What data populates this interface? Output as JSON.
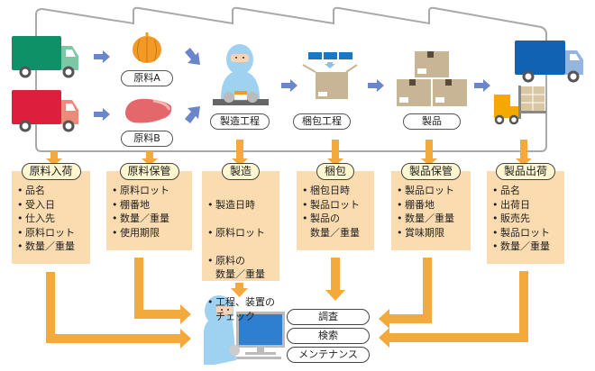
{
  "diagram": {
    "process_labels": {
      "material_a": "原料A",
      "material_b": "原料B",
      "manufacturing": "製造工程",
      "packing": "梱包工程",
      "product": "製品"
    },
    "cards": [
      {
        "title": "原料入荷",
        "items": [
          "品名",
          "受入日",
          "仕入先",
          "原料ロット",
          "数量／重量"
        ]
      },
      {
        "title": "原料保管",
        "items": [
          "原料ロット",
          "棚番地",
          "数量／重量",
          "使用期限"
        ]
      },
      {
        "title": "製造",
        "items": [
          "製造日時",
          "原料ロット",
          "原料の\n数量／重量",
          "工程、装置の\nチェック"
        ]
      },
      {
        "title": "梱包",
        "items": [
          "梱包日時",
          "製品ロット",
          "製品の\n数量／重量"
        ]
      },
      {
        "title": "製品保管",
        "items": [
          "製品ロット",
          "棚番地",
          "数量／重量",
          "賞味期限"
        ]
      },
      {
        "title": "製品出荷",
        "items": [
          "品名",
          "出荷日",
          "販売先",
          "製品ロット",
          "数量／重量"
        ]
      }
    ],
    "functions": [
      "調査",
      "検索",
      "メンテナンス"
    ],
    "colors": {
      "arrow_orange": "#f3a93b",
      "arrow_blue": "#6b86c8",
      "card_bg": "#fbdcb0",
      "card_title_bg": "#fff7d0",
      "truck_green": "#0f9168",
      "truck_red": "#dd1f3d",
      "truck_blue": "#1262b3"
    }
  }
}
